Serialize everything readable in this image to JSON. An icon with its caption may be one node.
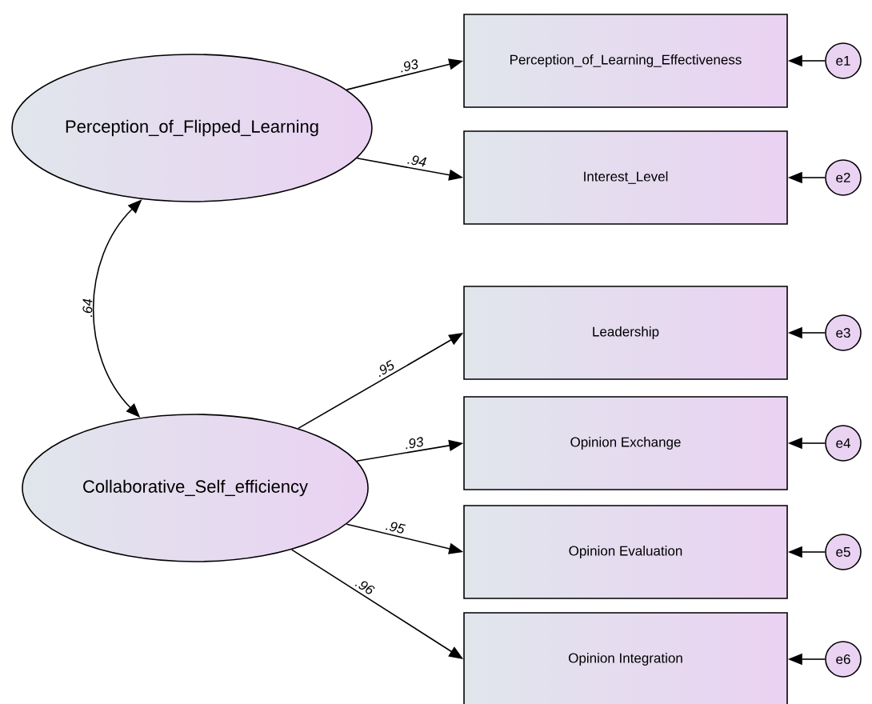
{
  "diagram": {
    "nodes": [
      {
        "text": [
          "Perception_of_Flipped_Learning"
        ]
      },
      {
        "text": [
          "Perception_of_Learning_Effectiveness"
        ]
      },
      {
        "text": [
          "Interest_Level"
        ]
      },
      {
        "text": [
          "Collaborative_Self_efficiency"
        ]
      },
      {
        "text": [
          "Leadership"
        ]
      },
      {
        "text": [
          "Opinion Exchange"
        ]
      },
      {
        "text": [
          "Opinion Evaluation"
        ]
      },
      {
        "text": [
          "Opinion Integration"
        ]
      },
      {
        "text": [
          "e1"
        ]
      },
      {
        "text": [
          "e2"
        ]
      },
      {
        "text": [
          "e3"
        ]
      },
      {
        "text": [
          "e4"
        ]
      },
      {
        "text": [
          "e5"
        ]
      },
      {
        "text": [
          "e6"
        ]
      }
    ],
    "edges": [
      {
        "from": 0,
        "to": 1,
        "arrow": "to",
        "label": ".93"
      },
      {
        "from": 0,
        "to": 2,
        "arrow": "to",
        "label": ".94"
      },
      {
        "from": 0,
        "to": 3,
        "arrow": "both",
        "label": ".64"
      },
      {
        "from": 3,
        "to": 4,
        "arrow": "to",
        "label": ".95"
      },
      {
        "from": 3,
        "to": 5,
        "arrow": "to",
        "label": ".93"
      },
      {
        "from": 3,
        "to": 6,
        "arrow": "to",
        "label": ".95"
      },
      {
        "from": 3,
        "to": 7,
        "arrow": "to",
        "label": ".96"
      },
      {
        "from": 8,
        "to": 1,
        "arrow": "to"
      },
      {
        "from": 9,
        "to": 2,
        "arrow": "to"
      },
      {
        "from": 10,
        "to": 4,
        "arrow": "to"
      },
      {
        "from": 11,
        "to": 5,
        "arrow": "to"
      },
      {
        "from": 12,
        "to": 6,
        "arrow": "to"
      },
      {
        "from": 13,
        "to": 7,
        "arrow": "to"
      }
    ]
  }
}
